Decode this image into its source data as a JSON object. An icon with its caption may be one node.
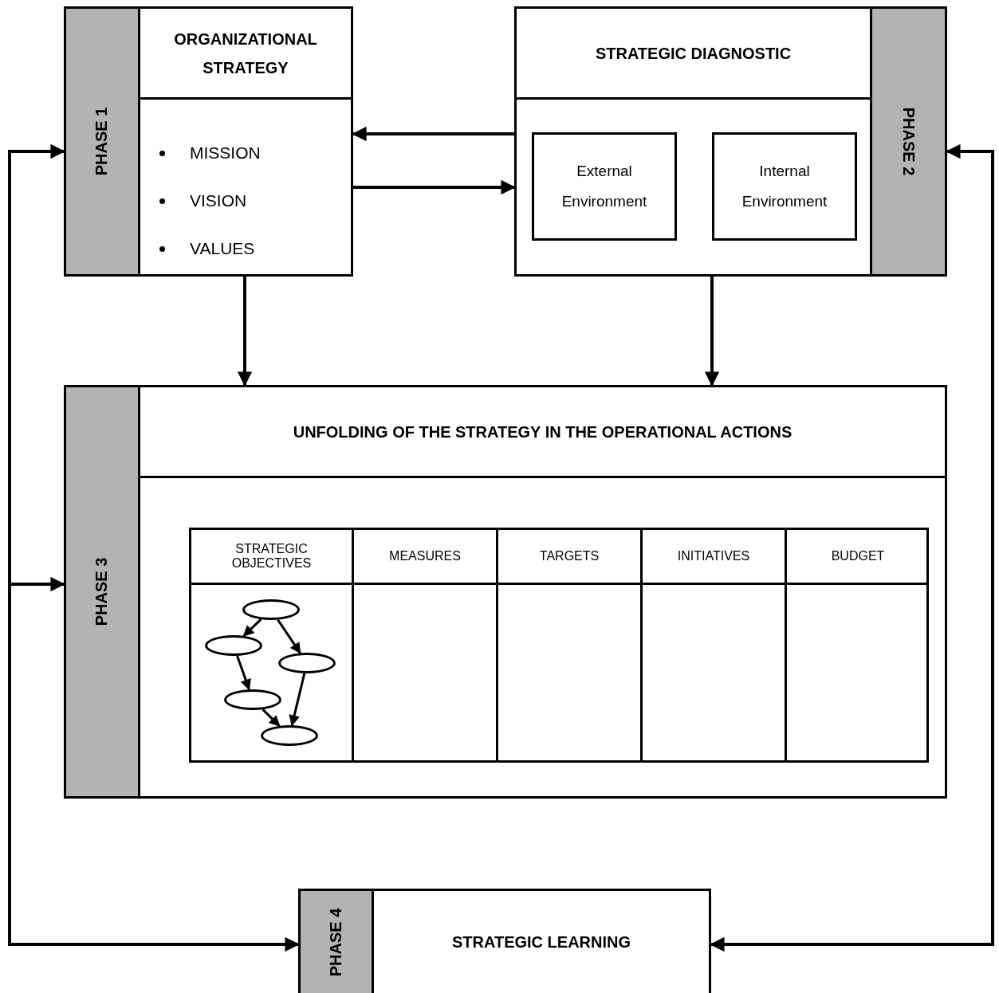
{
  "diagram": {
    "nodes": [
      {
        "text": [
          "PHASE 1",
          "ORGANIZATIONAL STRATEGY",
          "MISSION",
          "VISION",
          "VALUES"
        ]
      },
      {
        "text": [
          "PHASE 2",
          "STRATEGIC DIAGNOSTIC"
        ]
      },
      {
        "text": [
          "External Environment"
        ],
        "in": 1
      },
      {
        "text": [
          "Internal Environment"
        ],
        "in": 1
      },
      {
        "text": [
          "PHASE 3",
          "UNFOLDING OF THE STRATEGY IN THE OPERATIONAL ACTIONS"
        ]
      },
      {
        "text": [],
        "shape": "ellipse",
        "in": 4
      },
      {
        "text": [],
        "shape": "ellipse",
        "in": 4
      },
      {
        "text": [],
        "shape": "ellipse",
        "in": 4
      },
      {
        "text": [],
        "shape": "ellipse",
        "in": 4
      },
      {
        "text": [],
        "shape": "ellipse",
        "in": 4
      },
      {
        "text": [
          "PHASE 4",
          "STRATEGIC LEARNING"
        ]
      }
    ],
    "edges": [
      {
        "from": 1,
        "to": 0,
        "arrow": "to"
      },
      {
        "from": 0,
        "to": 1,
        "arrow": "to"
      },
      {
        "from": 0,
        "to": 4,
        "arrow": "to"
      },
      {
        "from": 1,
        "to": 4,
        "arrow": "to"
      },
      {
        "from": 5,
        "to": 6,
        "arrow": "to"
      },
      {
        "from": 5,
        "to": 7,
        "arrow": "to"
      },
      {
        "from": 6,
        "to": 8,
        "arrow": "to"
      },
      {
        "from": 8,
        "to": 9,
        "arrow": "to"
      },
      {
        "from": 7,
        "to": 9,
        "arrow": "to"
      },
      {
        "from": 10,
        "to": 0,
        "arrow": "both"
      },
      {
        "from": null,
        "to": 4,
        "arrow": "to"
      },
      {
        "from": 1,
        "to": 10,
        "arrow": "both"
      }
    ],
    "labels": [
      "STRATEGIC OBJECTIVES",
      "MEASURES",
      "TARGETS",
      "INITIATIVES",
      "BUDGET"
    ]
  }
}
